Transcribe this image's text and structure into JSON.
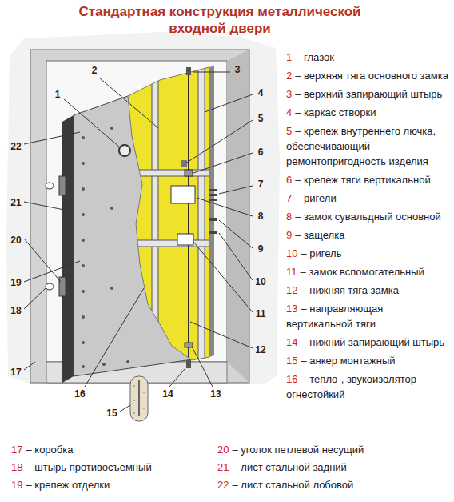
{
  "diagram": {
    "title": "Стандартная конструкция металлической входной двери",
    "labels": [
      "1",
      "2",
      "3",
      "4",
      "5",
      "6",
      "7",
      "8",
      "9",
      "10",
      "11",
      "12",
      "13",
      "14",
      "15",
      "16",
      "17",
      "18",
      "19",
      "20",
      "21",
      "22",
      "1",
      "– глазок",
      "2",
      "– верхняя тяга основного замка",
      "3",
      "– верхний запирающий штырь",
      "4",
      "– каркас створки",
      "5",
      "– крепеж внутреннего лючка, обеспечивающий ремонтопригодность изделия",
      "6",
      "– крепеж тяги вертикальной",
      "7",
      "– ригели",
      "8",
      "– замок сувальдный основной",
      "9",
      "– защелка",
      "10",
      "– ригель",
      "11",
      "– замок вспомогательный",
      "12",
      "– нижняя тяга замка",
      "13",
      "– направляющая вертикальной тяги",
      "14",
      "– нижний запирающий штырь",
      "15",
      "– анкер монтажный",
      "16",
      "– тепло-, звукоизолятор огнестойкий",
      "17",
      "– коробка",
      "18",
      "– штырь противосъемный",
      "19",
      "– крепеж отделки",
      "20",
      "– уголок петлевой несущий",
      "21",
      "– лист стальной задний",
      "22",
      "– лист стальной лобовой"
    ]
  }
}
